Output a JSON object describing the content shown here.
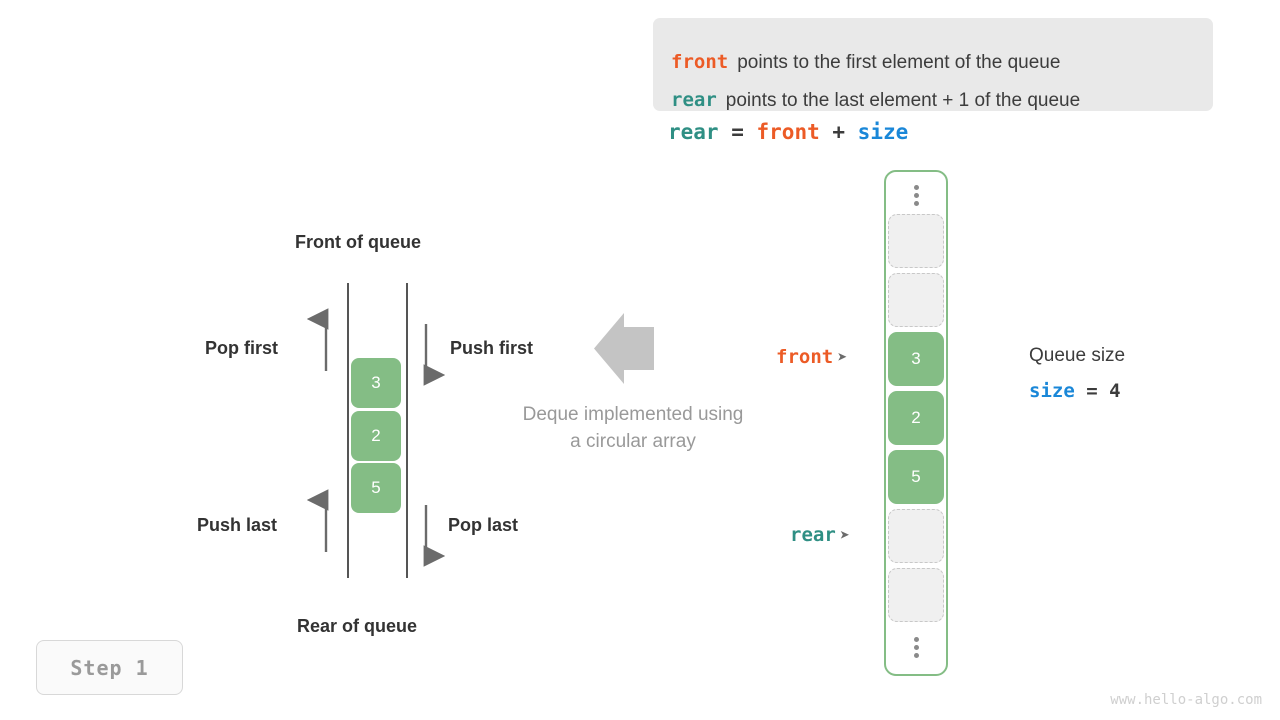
{
  "legend": {
    "lines": [
      {
        "keyword": "front",
        "keyword_color": "#ec5b26",
        "description": "points to the first element of the queue"
      },
      {
        "keyword": "rear",
        "keyword_color": "#2f8f84",
        "description": "points to the last element + 1 of the queue"
      }
    ],
    "formula": {
      "lhs": "rear",
      "eq": " = ",
      "rhs1": "front",
      "plus": " + ",
      "rhs2": "size"
    }
  },
  "deque_diagram": {
    "front_label": "Front of queue",
    "rear_label": "Rear of queue",
    "pop_first_label": "Pop first",
    "push_first_label": "Push first",
    "push_last_label": "Push last",
    "pop_last_label": "Pop last",
    "caption_line1": "Deque implemented using",
    "caption_line2": "a circular array",
    "cells": [
      "3",
      "2",
      "5"
    ]
  },
  "array": {
    "ellipsis_top": "⋮",
    "ellipsis_bottom": "⋮",
    "slots": [
      {
        "type": "empty",
        "value": ""
      },
      {
        "type": "empty",
        "value": ""
      },
      {
        "type": "filled",
        "value": "3"
      },
      {
        "type": "filled",
        "value": "2"
      },
      {
        "type": "filled",
        "value": "5"
      },
      {
        "type": "empty",
        "value": ""
      },
      {
        "type": "empty",
        "value": ""
      }
    ],
    "front_pointer": {
      "label": "front",
      "marker": "➤",
      "color": "#ec5b26"
    },
    "rear_pointer": {
      "label": "rear",
      "marker": "➤",
      "color": "#2f8f84"
    }
  },
  "queue_size": {
    "title": "Queue size",
    "var": "size",
    "eq": " = ",
    "value": "4"
  },
  "step_badge": {
    "label": "Step 1"
  },
  "watermark": {
    "text": "www.hello-algo.com"
  },
  "colors": {
    "accent_green": "#84bd85",
    "front_orange": "#ec5b26",
    "rear_teal": "#2f8f84",
    "size_blue": "#1a87d8",
    "legend_bg": "#e9e9e9",
    "muted_text": "#999999"
  }
}
